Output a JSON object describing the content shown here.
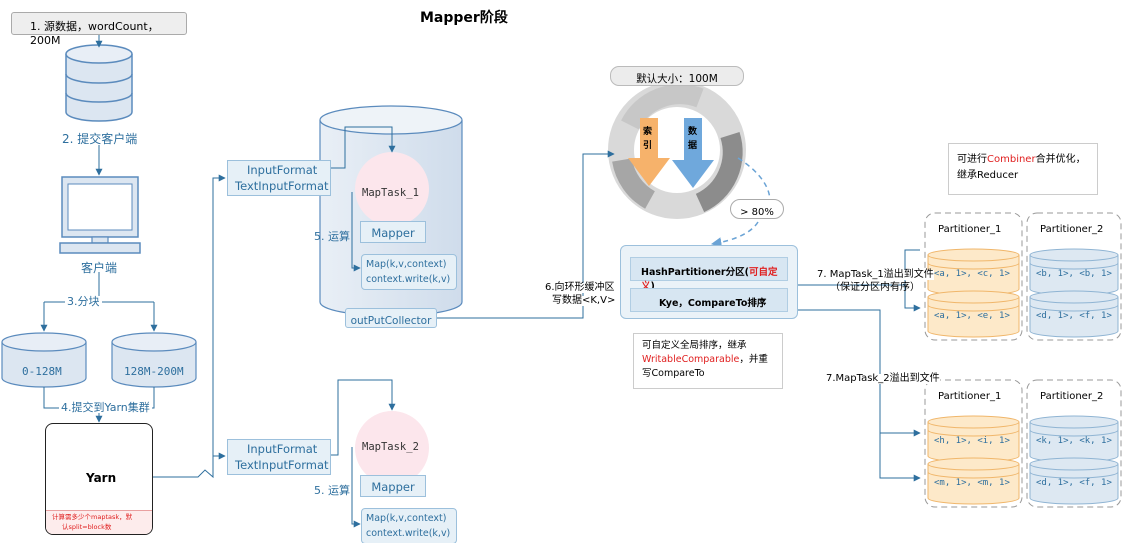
{
  "title": "Mapper阶段",
  "step1": "1. 源数据，wordCount，200M",
  "step2": "2. 提交客户端",
  "client_label": "客户端",
  "step3": "3.分块",
  "block1": "0-128M",
  "block2": "128M-200M",
  "step4": "4.提交到Yarn集群",
  "yarn": {
    "title": "Yarn",
    "note_line1": "计算需多少个maptask，默",
    "note_line2": "认split=block数"
  },
  "input_format_1": {
    "line1": "InputFormat",
    "line2": "TextInputFormat"
  },
  "input_format_2": {
    "line1": "InputFormat",
    "line2": "TextInputFormat"
  },
  "maptask_1": "MapTask_1",
  "maptask_2": "MapTask_2",
  "mapper_1": "Mapper",
  "mapper_2": "Mapper",
  "compute_1": "5. 运算",
  "compute_2": "5. 运算",
  "map_box_1": {
    "line1": "Map(k,v,context)",
    "line2": "context.write(k,v)"
  },
  "map_box_2": {
    "line1": "Map(k,v,context)",
    "line2": "context.write(k,v)"
  },
  "output_collector": "outPutCollector",
  "step6": {
    "line1": "6.向环形缓冲区",
    "line2": "写数据<K,V>"
  },
  "buffer_default": "默认大小：100M",
  "buffer_index": {
    "c1": "索",
    "c2": "引"
  },
  "buffer_data": {
    "c1": "数",
    "c2": "据"
  },
  "threshold": "> 80%",
  "hash_partitioner": {
    "prefix": "HashPartitioner分区(",
    "custom": "可自定义",
    "suffix": ")"
  },
  "sort_label": "Kye，CompareTo排序",
  "sort_note": {
    "line1": "可自定义全局排序，继承",
    "line2_red": "WritableComparable",
    "line2_rest": "，并重",
    "line3": "写CompareTo"
  },
  "combiner_note": {
    "line1_a": "可进行",
    "line1_red": "Combiner",
    "line1_b": "合并优化，",
    "line2": "继承Reducer"
  },
  "step7_1": {
    "line1": "7. MapTask_1溢出到文件",
    "line2": "（保证分区内有序）"
  },
  "step7_2": "7.MapTask_2溢出到文件",
  "partitions_task1": [
    {
      "name": "Partitioner_1",
      "top": "<a, 1>, <c, 1>",
      "bottom": "<a, 1>, <e, 1>"
    },
    {
      "name": "Partitioner_2",
      "top": "<b, 1>, <b, 1>",
      "bottom": "<d, 1>, <f, 1>"
    }
  ],
  "partitions_task2": [
    {
      "name": "Partitioner_1",
      "top": "<h, 1>, <i, 1>",
      "bottom": "<m, 1>, <m, 1>"
    },
    {
      "name": "Partitioner_2",
      "top": "<k, 1>, <k, 1>",
      "bottom": "<d, 1>, <f, 1>"
    }
  ],
  "colors": {
    "line": "#2e6f9e",
    "orange_cyl": "#fde9c9",
    "blue_cyl": "#dde8f2",
    "red": "#e02020"
  }
}
